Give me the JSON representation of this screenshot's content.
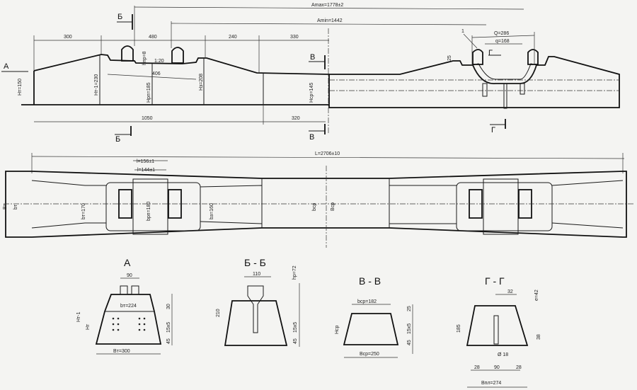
{
  "elevation": {
    "view_a_arrow": "A",
    "cut_b": "Б",
    "cut_v": "В",
    "cut_g": "Г",
    "amax": "Amax=1778±2",
    "amin": "Amin=1442",
    "dim_300": "300",
    "dim_480": "480",
    "dim_240": "240",
    "dim_330": "330",
    "dim_1050": "1050",
    "dim_320": "320",
    "dim_406": "406",
    "slope": "1:20",
    "hpr": "hпр=8",
    "ht_end": "Hт=150",
    "ht1": "Hт-1=230",
    "hrp": "Hрп=185",
    "hz": "Hз=208",
    "hsr": "Hср=145",
    "q_big": "Q=286",
    "q_small": "q=168",
    "callout_1": "1",
    "dim_25": "25"
  },
  "plan": {
    "length": "L=2706±10",
    "l_outer": "l=156±1",
    "l_inner": "l=144±1",
    "bt_outer": "Bт",
    "bt_inner": "bт",
    "bt_val": "bт=170",
    "brp": "bрп=180",
    "bz": "bз=160",
    "bsr": "bср",
    "Bsr": "Bср"
  },
  "sections": {
    "a": {
      "title": "А",
      "top": "90",
      "bt": "bт=224",
      "Bt": "Bт=300",
      "ht1": "Hт-1",
      "ht": "Hт",
      "d30": "30",
      "d15x5": "15x5",
      "d45": "45"
    },
    "bb": {
      "title": "Б - Б",
      "top": "110",
      "h210": "210",
      "hr": "hр=72",
      "d15x5": "15x5",
      "d45": "45"
    },
    "vv": {
      "title": "В - В",
      "bsr": "bср=182",
      "Hsr": "Hср",
      "Bsr": "Bср=250",
      "d25": "25",
      "d15x5": "15x5",
      "d45": "45"
    },
    "gg": {
      "title": "Г - Г",
      "d32": "32",
      "e": "e=42",
      "h185": "185",
      "d38": "38",
      "dia": "Ø 18",
      "d28a": "28",
      "d90": "90",
      "d28b": "28",
      "Bpl": "Bпл=274"
    }
  }
}
